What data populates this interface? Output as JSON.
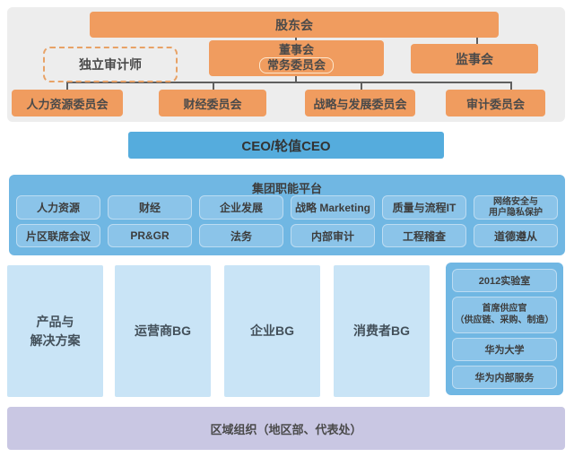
{
  "colors": {
    "orange": "#f09c5f",
    "orange_dashed_border": "#e8a266",
    "grey_panel": "#ededed",
    "ceo_blue": "#55acdd",
    "platform_blue": "#70b7e3",
    "platform_item_blue": "#8bc4e9",
    "business_group_blue": "#c9e4f6",
    "regional_purple": "#c9c7e3",
    "connector_line": "#5f5f5f",
    "text": "#474747"
  },
  "governance": {
    "shareholders": "股东会",
    "independent_auditor": "独立审计师",
    "board_line1": "董事会",
    "board_line2": "常务委员会",
    "supervisory_board": "监事会",
    "committees": [
      "人力资源委员会",
      "财经委员会",
      "战略与发展委员会",
      "审计委员会"
    ]
  },
  "ceo": {
    "label": "CEO/轮值CEO"
  },
  "functions_platform": {
    "title": "集团职能平台",
    "row1": [
      "人力资源",
      "财经",
      "企业发展",
      "战略 Marketing",
      "质量与流程IT",
      "网络安全与\n用户隐私保护"
    ],
    "row2": [
      "片区联席会议",
      "PR&GR",
      "法务",
      "内部审计",
      "工程稽查",
      "道德遵从"
    ]
  },
  "business_groups": [
    "产品与\n解决方案",
    "运营商BG",
    "企业BG",
    "消费者BG"
  ],
  "support_units": [
    "2012实验室",
    "首席供应官\n（供应链、采购、制造）",
    "华为大学",
    "华为内部服务"
  ],
  "regional": {
    "label": "区域组织（地区部、代表处）"
  }
}
